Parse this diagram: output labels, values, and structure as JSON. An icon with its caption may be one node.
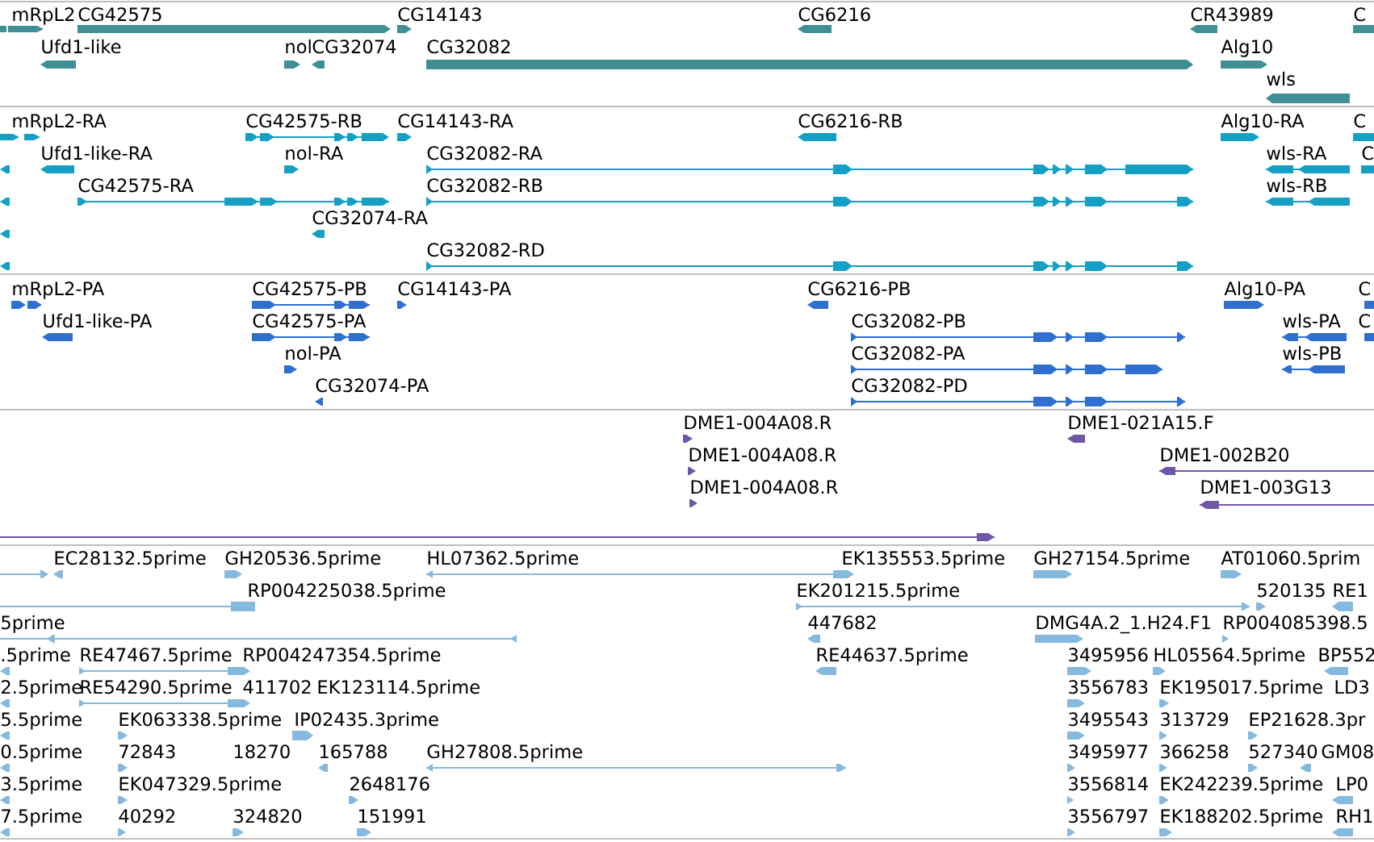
{
  "diagram": {
    "labels": [
      "mRpL2",
      "CG42575",
      "CG14143",
      "CG6216",
      "CR43989",
      "C",
      "Ufd1-like",
      "nol",
      "CG32074",
      "CG32082",
      "Alg10",
      "wls",
      "mRpL2-RA",
      "CG42575-RB",
      "CG14143-RA",
      "CG6216-RB",
      "Alg10-RA",
      "C",
      "Ufd1-like-RA",
      "nol-RA",
      "CG32082-RA",
      "wls-RA",
      "C",
      "CG42575-RA",
      "CG32082-RB",
      "wls-RB",
      "CG32074-RA",
      "CG32082-RD",
      "mRpL2-PA",
      "CG42575-PB",
      "CG14143-PA",
      "CG6216-PB",
      "Alg10-PA",
      "C",
      "Ufd1-like-PA",
      "CG42575-PA",
      "CG32082-PB",
      "wls-PA",
      "C",
      "nol-PA",
      "CG32082-PA",
      "wls-PB",
      "CG32074-PA",
      "CG32082-PD",
      "DME1-004A08.R",
      "DME1-021A15.F",
      "DME1-004A08.R",
      "DME1-002B20",
      "DME1-004A08.R",
      "DME1-003G13",
      "EC28132.5prime",
      "GH20536.5prime",
      "HL07362.5prime",
      "EK135553.5prime",
      "GH27154.5prime",
      "AT01060.5prim",
      "RP004225038.5prime",
      "EK201215.5prime",
      "520135",
      "RE1",
      "5prime",
      "447682",
      "DMG4A.2_1.H24.F1",
      "RP004085398.5",
      ".5prime",
      "RE47467.5prime",
      "RP004247354.5prime",
      "RE44637.5prime",
      "3495956",
      "HL05564.5prime",
      "BP552",
      "2.5prime",
      "RE54290.5prime",
      "411702",
      "EK123114.5prime",
      "3556783",
      "EK195017.5prime",
      "LD3",
      "5.5prime",
      "EK063338.5prime",
      "IP02435.3prime",
      "3495543",
      "313729",
      "EP21628.3pr",
      "0.5prime",
      "72843",
      "18270",
      "165788",
      "GH27808.5prime",
      "3495977",
      "366258",
      "527340",
      "GM08",
      "3.5prime",
      "EK047329.5prime",
      "2648176",
      "3556814",
      "EK242239.5prime",
      "LP0",
      "7.5prime",
      "40292",
      "324820",
      "151991",
      "3556797",
      "EK188202.5prime",
      "RH1"
    ]
  }
}
